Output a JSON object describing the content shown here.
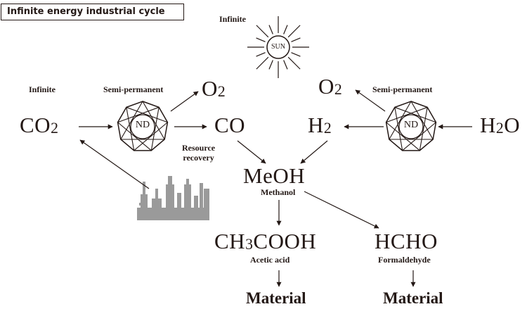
{
  "title": "Infinite energy industrial cycle",
  "labels": {
    "infinite_sun": "Infinite",
    "infinite_co2": "Infinite",
    "semi_left": "Semi-permanent",
    "semi_right": "Semi-permanent",
    "sun": "SUN",
    "nd_left": "ND",
    "nd_right": "ND",
    "resource_recovery_1": "Resource",
    "resource_recovery_2": "recovery",
    "methanol": "Methanol",
    "acetic_acid": "Acetic acid",
    "formaldehyde": "Formaldehyde",
    "material_left": "Material",
    "material_right": "Material"
  },
  "compounds": {
    "co2": {
      "base": "CO",
      "sub": "2"
    },
    "o2_left": {
      "base": "O",
      "sub": "2"
    },
    "co": {
      "base": "CO"
    },
    "h2": {
      "base": "H",
      "sub": "2"
    },
    "o2_right": {
      "base": "O",
      "sub": "2"
    },
    "h2o": {
      "pre": "H",
      "sub": "2",
      "post": "O"
    },
    "meoh": {
      "base": "MeOH"
    },
    "ch3cooh": {
      "pre": "CH",
      "sub": "3",
      "post": "COOH"
    },
    "hcho": {
      "base": "HCHO"
    }
  },
  "colors": {
    "ink": "#231815",
    "factory": "#9a9a9a"
  }
}
